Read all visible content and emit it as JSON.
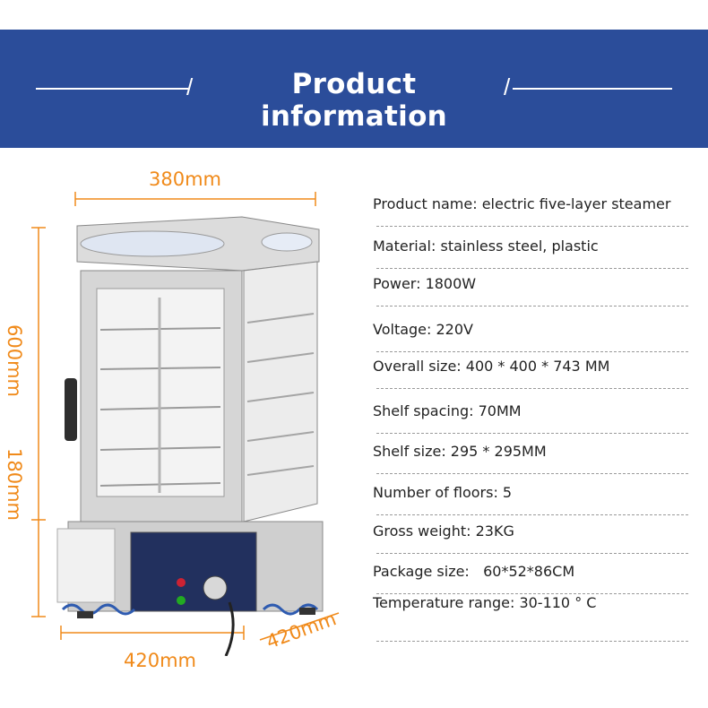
{
  "banner": {
    "title": "Product information",
    "bg_color": "#2b4d9a"
  },
  "dimensions": {
    "top_width": "380mm",
    "total_height": "600mm",
    "base_height": "180mm",
    "base_width": "420mm",
    "base_depth": "420mm",
    "color": "#f08a1a"
  },
  "specs": [
    "Product name: electric five-layer steamer",
    "Material: stainless steel, plastic",
    "Power: 1800W",
    "Voltage: 220V",
    "Overall size: 400 * 400 * 743 MM",
    "Shelf spacing: 70MM",
    "Shelf size: 295 * 295MM",
    "Number of floors: 5",
    "Gross weight: 23KG",
    "Package size:   60*52*86CM",
    "Temperature range: 30-110 ° C"
  ]
}
